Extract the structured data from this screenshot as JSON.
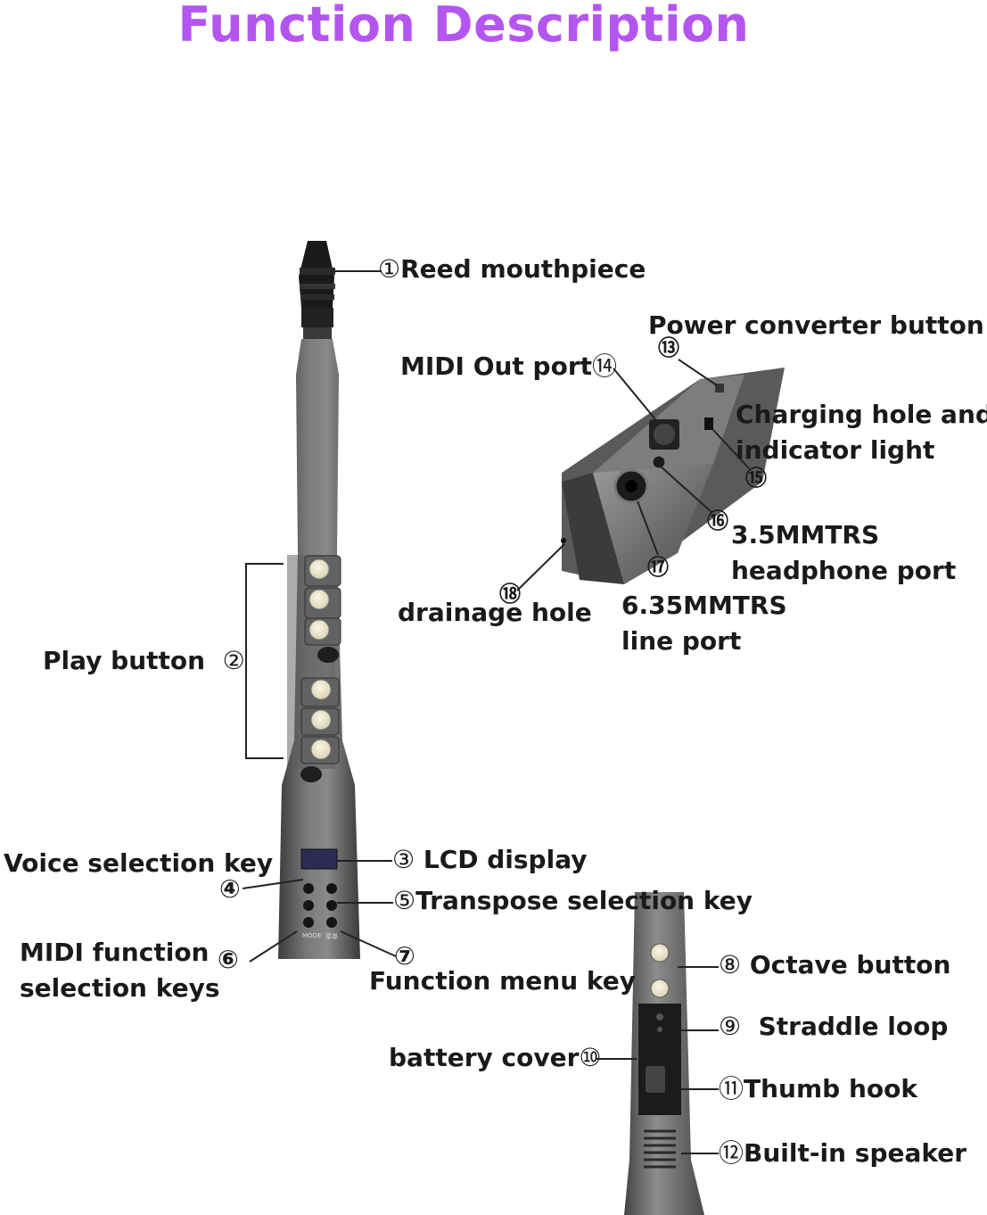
{
  "title": "Function Description",
  "labels": {
    "l1": {
      "num": "①",
      "text": "Reed mouthpiece"
    },
    "l2": {
      "num": "②",
      "text": "Play button"
    },
    "l3": {
      "num": "③",
      "text": "LCD display"
    },
    "l4": {
      "num": "④",
      "text": "Voice selection key"
    },
    "l5": {
      "num": "⑤",
      "text": "Transpose selection key"
    },
    "l6": {
      "num": "⑥",
      "text": "MIDI function\nselection keys"
    },
    "l7": {
      "num": "⑦",
      "text": "Function menu key"
    },
    "l8": {
      "num": "⑧",
      "text": "Octave button"
    },
    "l9": {
      "num": "⑨",
      "text": "Straddle loop"
    },
    "l10": {
      "num": "⑩",
      "text": "battery cover"
    },
    "l11": {
      "num": "⑪",
      "text": "Thumb hook"
    },
    "l12": {
      "num": "⑫",
      "text": "Built-in speaker"
    },
    "l13": {
      "num": "⑬",
      "text": "Power converter button"
    },
    "l14": {
      "num": "⑭",
      "text": "MIDI Out port"
    },
    "l15": {
      "num": "⑮",
      "text": "Charging hole and\nindicator light"
    },
    "l16": {
      "num": "⑯",
      "text": "3.5MMTRS\nheadphone port"
    },
    "l17": {
      "num": "⑰",
      "text": "6.35MMTRS\nline port"
    },
    "l18": {
      "num": "⑱",
      "text": "drainage hole"
    }
  },
  "device_legends": {
    "mode": "MODE",
    "menu": "菜单"
  },
  "colors": {
    "title": "#b455f0",
    "body": "#6b6b6b",
    "body_dark": "#3a3a3a",
    "key": "#f1ecd6"
  }
}
